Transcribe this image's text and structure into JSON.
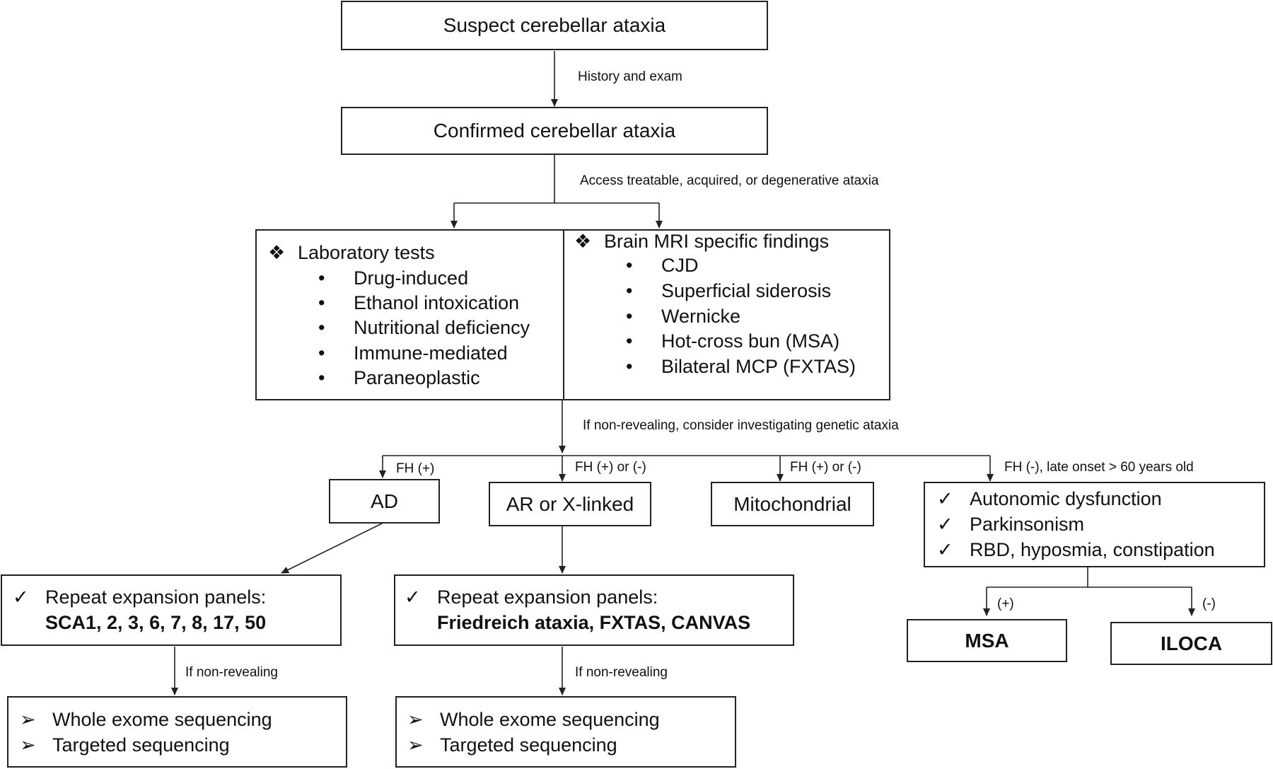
{
  "nodes": {
    "suspect": "Suspect cerebellar ataxia",
    "confirmed": "Confirmed cerebellar ataxia",
    "lab": {
      "title": "Laboratory tests",
      "items": [
        "Drug-induced",
        "Ethanol intoxication",
        "Nutritional deficiency",
        "Immune-mediated",
        "Paraneoplastic"
      ]
    },
    "mri": {
      "title": "Brain MRI specific findings",
      "items": [
        "CJD",
        "Superficial siderosis",
        "Wernicke",
        "Hot-cross bun (MSA)",
        "Bilateral MCP (FXTAS)"
      ]
    },
    "ad": "AD",
    "ar": "AR or X-linked",
    "mito": "Mitochondrial",
    "msa_signs": [
      "Autonomic dysfunction",
      "Parkinsonism",
      "RBD, hyposmia, constipation"
    ],
    "rep_ad": {
      "line1": "Repeat expansion panels:",
      "line2": "SCA1, 2, 3, 6, 7, 8, 17, 50"
    },
    "rep_ar": {
      "line1": "Repeat expansion panels:",
      "line2": "Friedreich ataxia, FXTAS, CANVAS"
    },
    "seq_left": [
      "Whole exome sequencing",
      "Targeted sequencing"
    ],
    "seq_right": [
      "Whole exome sequencing",
      "Targeted sequencing"
    ],
    "msa": "MSA",
    "iloca": "ILOCA"
  },
  "edge_labels": {
    "history": "History and exam",
    "access": "Access treatable, acquired, or degenerative  ataxia",
    "nonrev_genetic": "If non-revealing, consider investigating genetic ataxia",
    "fh_ad": "FH (+)",
    "fh_ar": "FH (+) or (-)",
    "fh_mito": "FH (+) or (-)",
    "fh_late": "FH (-), late onset > 60 years old",
    "nonrev_left": "If non-revealing",
    "nonrev_right": "If non-revealing",
    "plus": "(+)",
    "minus": "(-)"
  },
  "symbols": {
    "diamond": "❖",
    "bullet": "•",
    "check": "✓",
    "arrow": "➢"
  }
}
